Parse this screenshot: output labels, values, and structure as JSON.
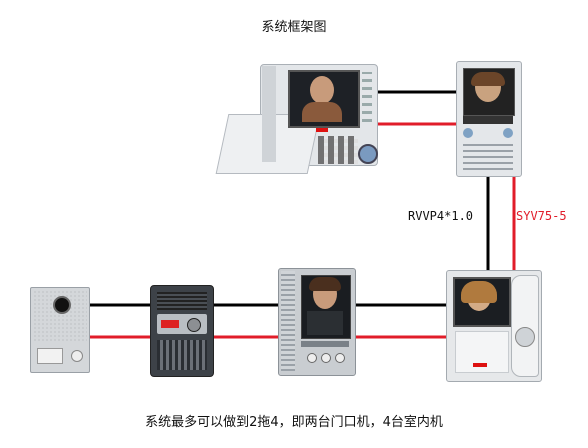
{
  "diagram": {
    "title": "系统框架图",
    "caption": "系统最多可以做到2拖4，即两台门口机，4台室内机",
    "cable_labels": {
      "bus": "RVVP4*1.0",
      "video": "SYV75-5"
    }
  },
  "colors": {
    "bus_wire": "#000000",
    "video_wire": "#e11d2a",
    "label_bus": "#111111",
    "label_video": "#e11d2a",
    "device_silver": "#d9dde1",
    "device_dark": "#3b3f45"
  },
  "icons": {
    "door_station": "door-station-icon",
    "indoor_monitor": "indoor-monitor-icon"
  }
}
